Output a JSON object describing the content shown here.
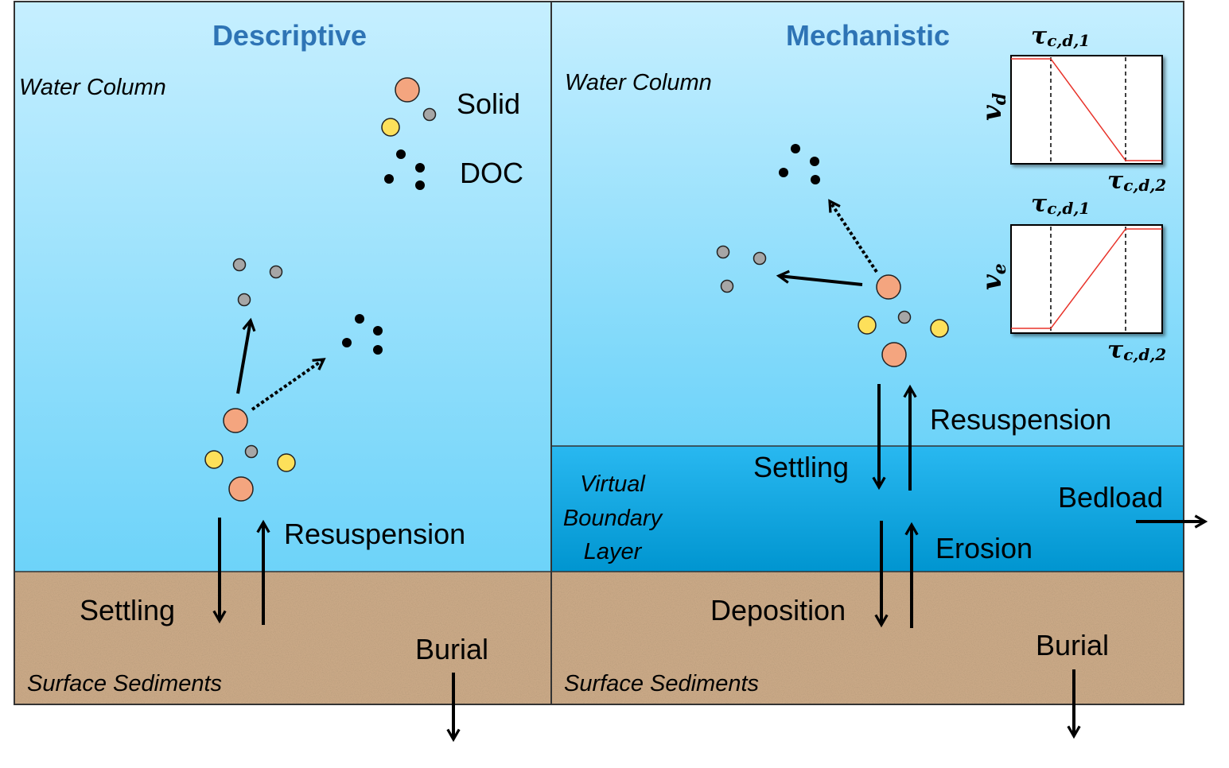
{
  "descriptive": {
    "title": "Descriptive",
    "water_column": "Water Column",
    "legend_solid": "Solid",
    "legend_doc": "DOC",
    "resuspension": "Resuspension",
    "settling": "Settling",
    "burial": "Burial",
    "surface_sediments": "Surface Sediments"
  },
  "mechanistic": {
    "title": "Mechanistic",
    "water_column": "Water Column",
    "resuspension": "Resuspension",
    "settling": "Settling",
    "virtual_boundary_layer": [
      "Virtual",
      "Boundary",
      "Layer"
    ],
    "bedload": "Bedload",
    "erosion": "Erosion",
    "deposition": "Deposition",
    "burial": "Burial",
    "surface_sediments": "Surface Sediments"
  },
  "mini_plots": {
    "tau": "τ",
    "tau_d1_sub": "c,d,1",
    "tau_d2_sub": "c,d,2",
    "deposition_axis": "v",
    "deposition_axis_sub": "d",
    "erosion_axis": "v",
    "erosion_axis_sub": "e"
  },
  "colors": {
    "water_top": "#c6efff",
    "water_bottom": "#6dd3f9",
    "boundary_top": "#29b8f0",
    "boundary_bottom": "#0095d0",
    "sediment": "#c9a886",
    "title": "#2e74b5",
    "solid_large": "#f4a57f",
    "solid_yellow": "#fde05a",
    "solid_gray": "#a6a6a6",
    "doc": "#000000",
    "curve": "#e8332a"
  }
}
